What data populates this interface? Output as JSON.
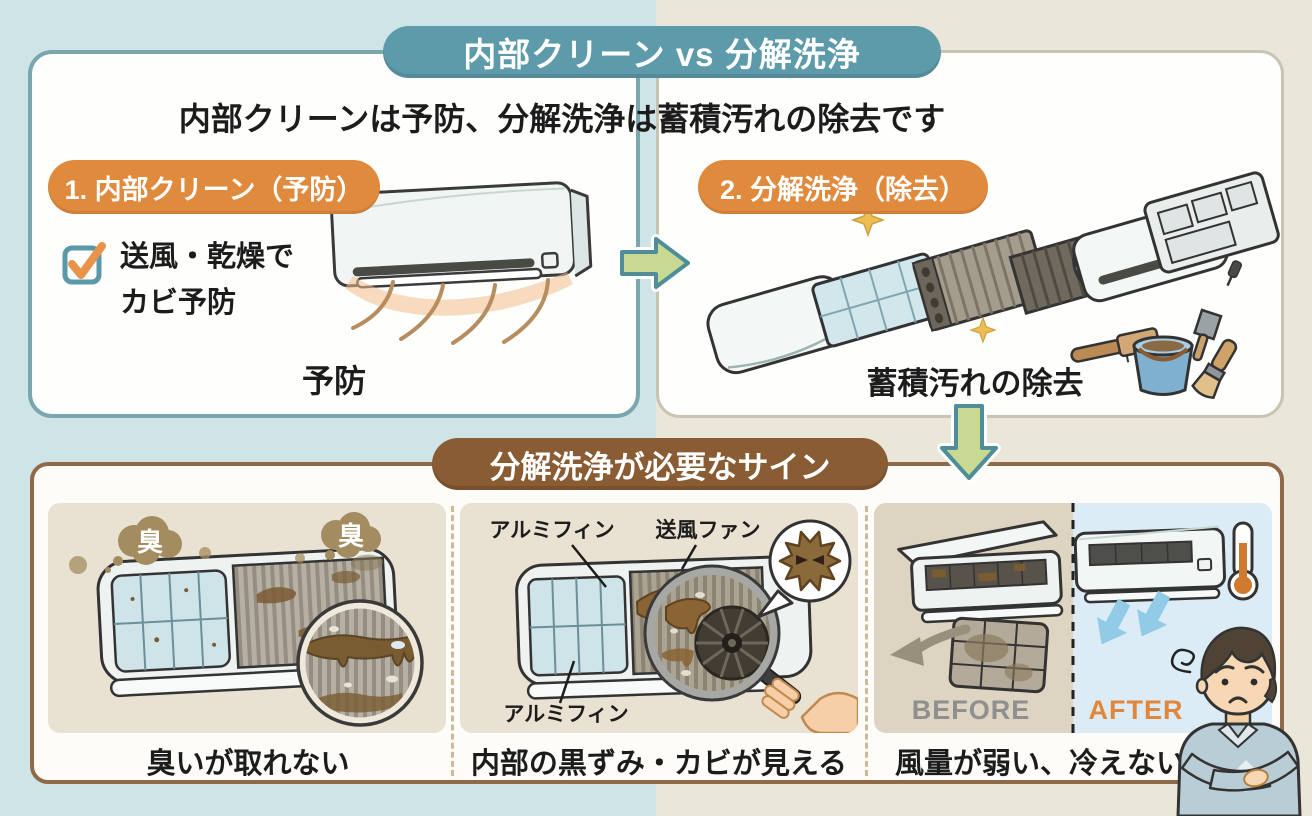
{
  "page": {
    "banner": "内部クリーン vs 分解洗浄",
    "title": "内部クリーンは予防、分解洗浄は蓄積汚れの除去です"
  },
  "internal_clean_card": {
    "badge": "1. 内部クリーン（予防）",
    "checklist_line1": "送風・乾燥で",
    "checklist_line2": "カビ予防",
    "caption": "予防"
  },
  "disassembly_card": {
    "badge": "2. 分解洗浄（除去）",
    "caption": "蓄積汚れの除去"
  },
  "signs": {
    "banner": "分解洗浄が必要なサイン",
    "smell_panel": {
      "cloud_label_1": "臭",
      "cloud_label_2": "臭",
      "caption": "臭いが取れない"
    },
    "mold_panel": {
      "label_fin_top": "アルミフィン",
      "label_fan": "送風ファン",
      "label_fin_bottom": "アルミフィン",
      "caption": "内部の黒ずみ・カビが見える"
    },
    "airflow_panel": {
      "before_label": "BEFORE",
      "after_label": "AFTER",
      "caption": "風量が弱い、冷えない"
    }
  },
  "colors": {
    "bg-left": "#cfe4e6",
    "bg-right": "#eae6d9",
    "teal": "#5d9baa",
    "orange": "#e08a3e",
    "brown": "#8a5c34",
    "brown-border": "#8f6a49",
    "panel-beige": "#e9e2d2",
    "arrow-green": "#c8da92",
    "arrow-stroke": "#4f8e99",
    "before-gray": "#8f8f8f",
    "after-orange": "#e0873c",
    "ink": "#1c1c1c"
  }
}
